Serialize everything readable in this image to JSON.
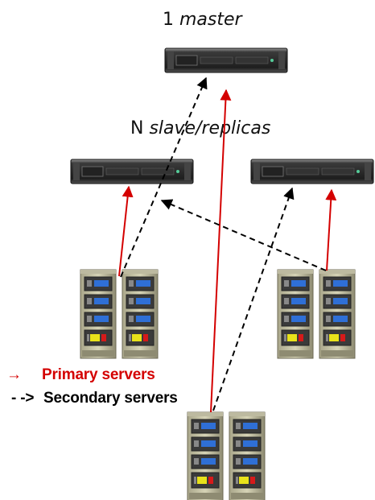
{
  "titles": {
    "master_count": "1",
    "master_word": "master",
    "replicas_count": "N",
    "replicas_word": "slave/replicas"
  },
  "legend": {
    "primary_arrow": "→",
    "primary_label": "Primary servers",
    "secondary_arrow": "- ->",
    "secondary_label": "Secondary servers"
  },
  "colors": {
    "primary": "#d40000",
    "secondary": "#000000",
    "server_body": "#2b2b2b",
    "rack": "#c9c6a8"
  },
  "nodes": {
    "master": {
      "role": "master",
      "icon": "rack-server-icon"
    },
    "replicas": [
      {
        "role": "replica",
        "icon": "rack-server-icon"
      },
      {
        "role": "replica",
        "icon": "rack-server-icon"
      }
    ],
    "server_groups": [
      {
        "name": "left",
        "icon": "tower-server-icon",
        "units": 2
      },
      {
        "name": "right",
        "icon": "tower-server-icon",
        "units": 2
      },
      {
        "name": "bottom",
        "icon": "tower-server-icon",
        "units": 2
      }
    ]
  },
  "connections": [
    {
      "from": "left",
      "to": "replica-left",
      "type": "primary"
    },
    {
      "from": "left",
      "to": "master",
      "type": "secondary"
    },
    {
      "from": "right",
      "to": "replica-right",
      "type": "primary"
    },
    {
      "from": "right",
      "to": "replica-left",
      "type": "secondary"
    },
    {
      "from": "bottom",
      "to": "master",
      "type": "primary"
    },
    {
      "from": "bottom",
      "to": "replica-right",
      "type": "secondary"
    }
  ]
}
